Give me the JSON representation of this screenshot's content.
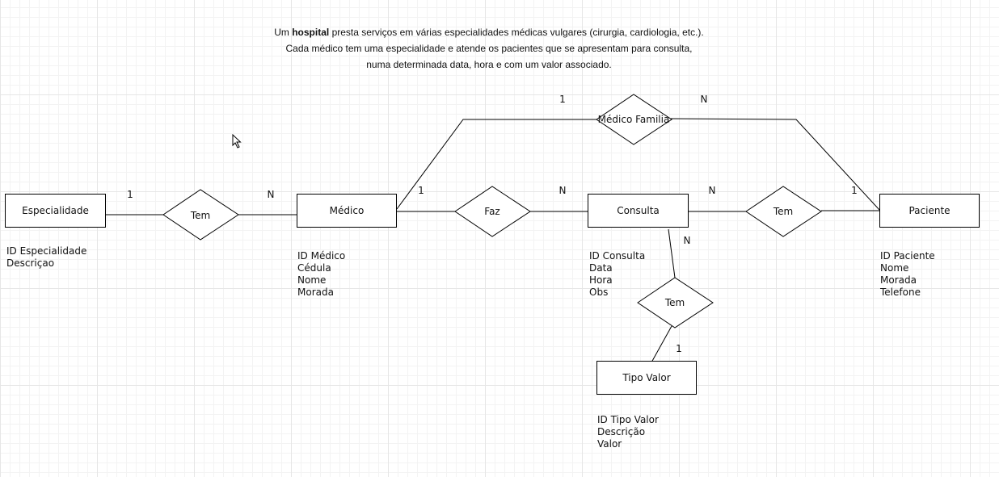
{
  "description": {
    "line1_prefix": "Um ",
    "line1_bold": "hospital",
    "line1_suffix": " presta serviços em várias especialidades médicas vulgares (cirurgia, cardiologia, etc.).",
    "line2": "Cada médico tem uma especialidade e atende os pacientes que se apresentam para consulta,",
    "line3": "numa determinada data, hora e com um valor associado."
  },
  "entities": {
    "especialidade": {
      "name": "Especialidade",
      "attributes": [
        "ID Especialidade",
        "Descriçao"
      ]
    },
    "medico": {
      "name": "Médico",
      "attributes": [
        "ID Médico",
        "Cédula",
        "Nome",
        "Morada"
      ]
    },
    "consulta": {
      "name": "Consulta",
      "attributes": [
        "ID Consulta",
        "Data",
        "Hora",
        "Obs"
      ]
    },
    "paciente": {
      "name": "Paciente",
      "attributes": [
        "ID Paciente",
        "Nome",
        "Morada",
        "Telefone"
      ]
    },
    "tipo_valor": {
      "name": "Tipo Valor",
      "attributes": [
        "ID Tipo Valor",
        "Descrição",
        "Valor"
      ]
    }
  },
  "relationships": {
    "tem_especialidade": {
      "name": "Tem"
    },
    "faz": {
      "name": "Faz"
    },
    "tem_paciente": {
      "name": "Tem"
    },
    "tem_tipo_valor": {
      "name": "Tem"
    },
    "medico_familia": {
      "name": "Médico Familia"
    }
  },
  "cardinalities": {
    "especialidade_tem": "1",
    "tem_medico": "N",
    "medico_faz": "1",
    "faz_consulta": "N",
    "consulta_tem": "N",
    "tem_paciente": "1",
    "familia_medico": "1",
    "familia_paciente": "N",
    "consulta_tem_valor": "N",
    "tem_tipo_valor": "1"
  }
}
